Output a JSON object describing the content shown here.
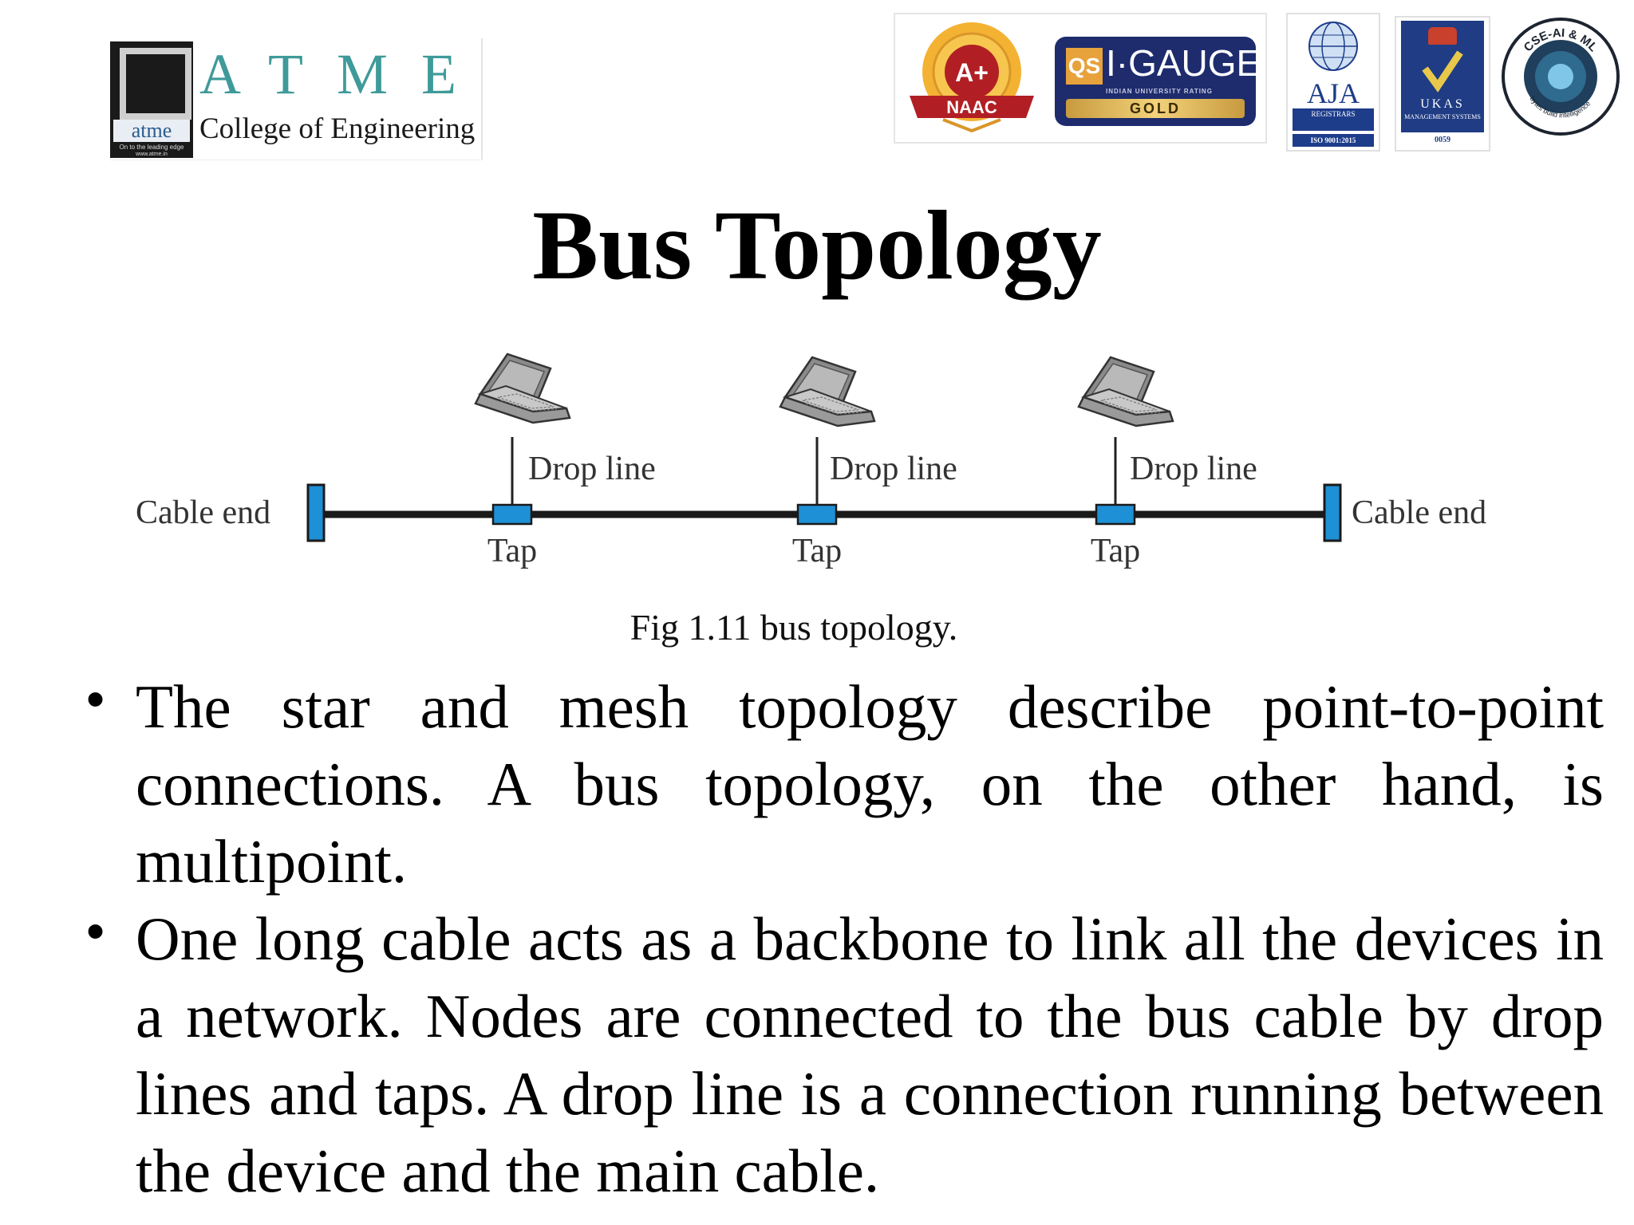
{
  "header": {
    "college_logo": {
      "mark_word": "atme",
      "mark_tagline": "On to the leading edge",
      "mark_url": "www.atme.in",
      "wordmark": "ATME",
      "college_name": "College of Engineering",
      "accent_color": "#3f9a9a"
    },
    "accreditations": {
      "naac_grade": "A+",
      "naac_label": "NAAC",
      "qs_mark": "QS",
      "qs_name": "I·GAUGE",
      "qs_subtitle": "INDIAN UNIVERSITY RATING",
      "qs_level": "GOLD",
      "aja_name": "AJA",
      "aja_registrars": "REGISTRARS",
      "aja_iso": "ISO 9001:2015",
      "ukas_name": "UKAS",
      "ukas_sub": "MANAGEMENT SYSTEMS",
      "ukas_number": "0059",
      "dept_badge": "CSE-AI & ML",
      "dept_tagline": "bytes build intelligence"
    }
  },
  "slide": {
    "title": "Bus Topology",
    "diagram": {
      "cable_end_left": "Cable end",
      "cable_end_right": "Cable end",
      "drop_line_labels": [
        "Drop line",
        "Drop line",
        "Drop line"
      ],
      "tap_labels": [
        "Tap",
        "Tap",
        "Tap"
      ],
      "tap_color": "#1e90d6",
      "cable_color": "#1a1a1a"
    },
    "caption": "Fig 1.11 bus topology.",
    "bullets": [
      "The star and mesh topology describe point-to-point connections. A bus topology, on the other hand, is multipoint.",
      "One long cable acts as a backbone to link all the devices in a network. Nodes are connected to the bus cable by drop lines and taps. A drop line is a connection running between the device and the main cable."
    ],
    "bullet_symbol": "•"
  }
}
